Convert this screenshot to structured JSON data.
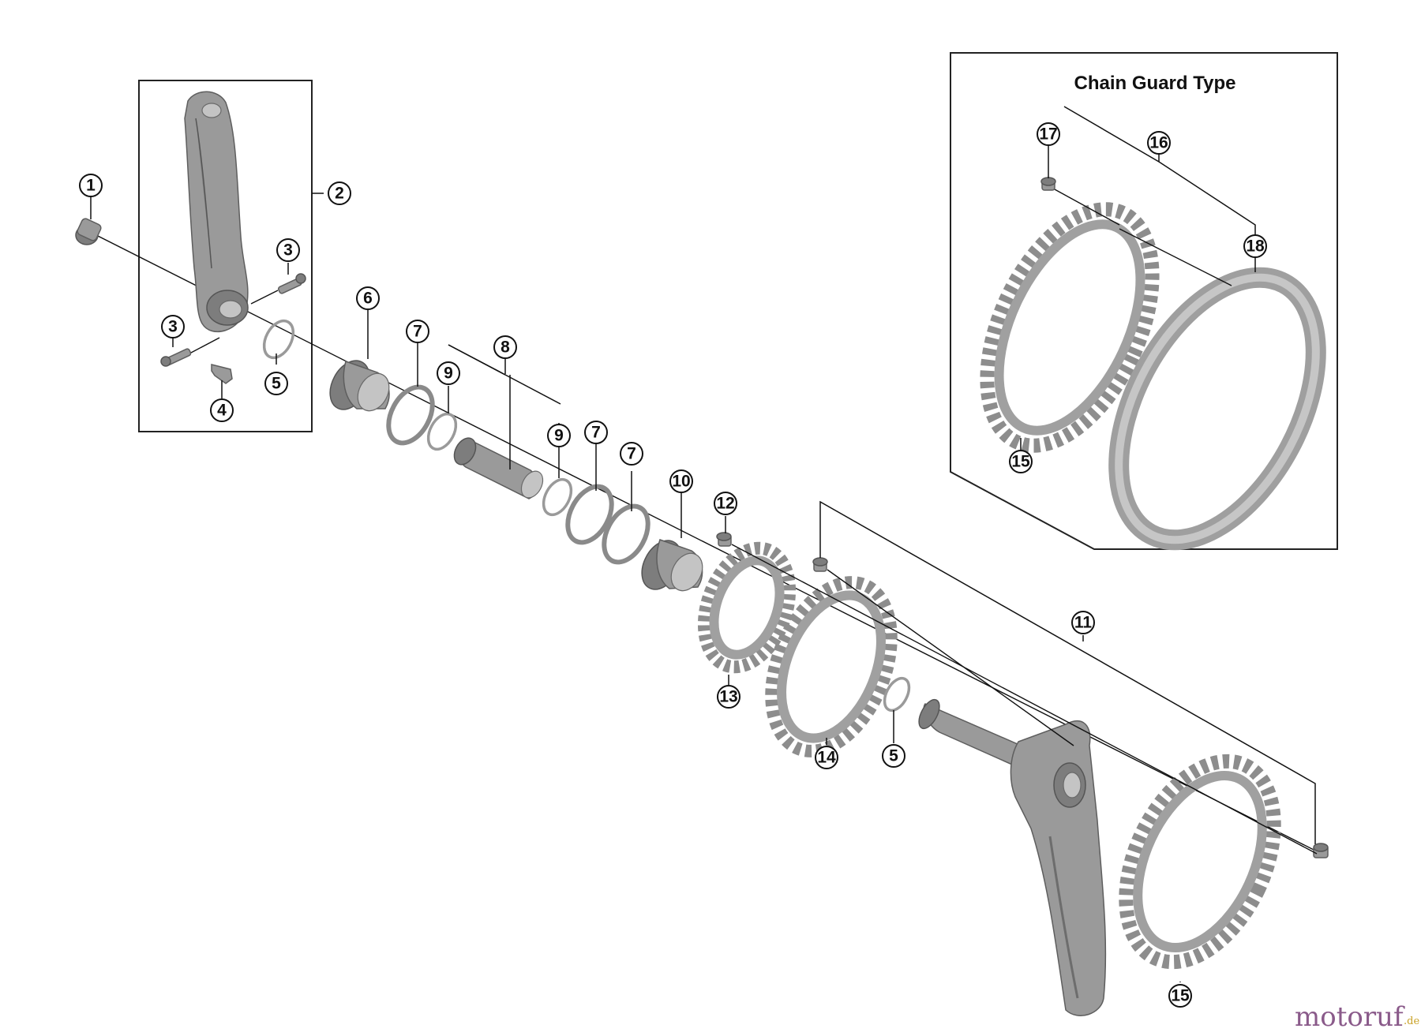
{
  "diagram": {
    "inset_title": "Chain Guard Type",
    "callouts": {
      "c1": "1",
      "c2": "2",
      "c3a": "3",
      "c3b": "3",
      "c4": "4",
      "c5a": "5",
      "c6": "6",
      "c7a": "7",
      "c8": "8",
      "c9a": "9",
      "c9b": "9",
      "c7b": "7",
      "c7c": "7",
      "c10": "10",
      "c12": "12",
      "c11": "11",
      "c13": "13",
      "c14": "14",
      "c5b": "5",
      "c15a": "15",
      "c16": "16",
      "c17": "17",
      "c18": "18",
      "c15b": "15"
    }
  },
  "watermark": {
    "main": "motoruf",
    "suffix": ".de",
    "color_main": "#8a5a8a",
    "color_accent": "#c9a227"
  },
  "colors": {
    "part_fill": "#9a9a9a",
    "line": "#111111"
  }
}
